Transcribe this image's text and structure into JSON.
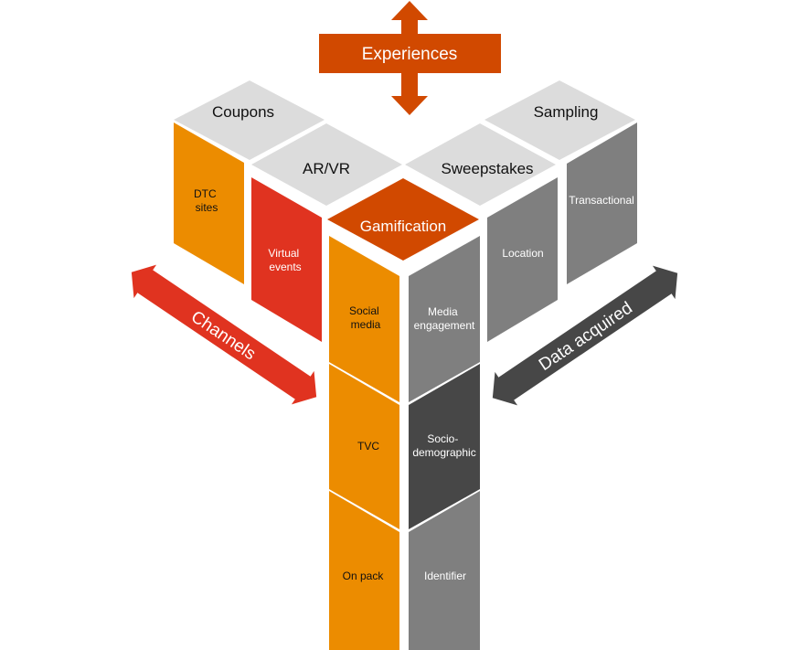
{
  "colors": {
    "top_face": "#dcdcdc",
    "channel_orange": "#ec8c00",
    "channel_red": "#e03320",
    "experience_orange": "#d14900",
    "data_gray": "#7f7f7f",
    "data_dark": "#474747",
    "dark_text": "#111111",
    "light_text": "#ffffff"
  },
  "axes": {
    "experiences": {
      "label": "Experiences"
    },
    "channels": {
      "label": "Channels"
    },
    "data_acquired": {
      "label": "Data acquired"
    }
  },
  "experiences": [
    {
      "id": "coupons",
      "label": "Coupons"
    },
    {
      "id": "ar-vr",
      "label": "AR/VR"
    },
    {
      "id": "gamification",
      "label": "Gamification"
    },
    {
      "id": "sweepstakes",
      "label": "Sweepstakes"
    },
    {
      "id": "sampling",
      "label": "Sampling"
    }
  ],
  "channels": [
    {
      "id": "dtc-sites",
      "lines": [
        "DTC",
        "sites"
      ]
    },
    {
      "id": "virtual-events",
      "lines": [
        "Virtual",
        "events"
      ]
    },
    {
      "id": "social-media",
      "lines": [
        "Social",
        "media"
      ]
    },
    {
      "id": "tvc",
      "lines": [
        "TVC"
      ]
    },
    {
      "id": "on-pack",
      "lines": [
        "On pack"
      ]
    }
  ],
  "data_acquired": [
    {
      "id": "transactional",
      "lines": [
        "Transactional"
      ]
    },
    {
      "id": "location",
      "lines": [
        "Location"
      ]
    },
    {
      "id": "media-engagement",
      "lines": [
        "Media",
        "engagement"
      ]
    },
    {
      "id": "socio-demographic",
      "lines": [
        "Socio-",
        "demographic"
      ]
    },
    {
      "id": "identifier",
      "lines": [
        "Identifier"
      ]
    }
  ]
}
